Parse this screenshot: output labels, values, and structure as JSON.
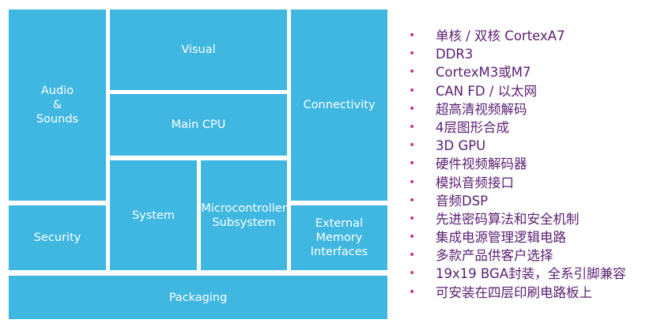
{
  "diagram": {
    "blocks": {
      "audio": "Audio\n&\nSounds",
      "visual": "Visual",
      "connectivity": "Connectivity",
      "main_cpu": "Main CPU",
      "security": "Security",
      "system": "System",
      "microcontroller": "Microcontroller\nSubsystem",
      "external_memory": "External\nMemory\nInterfaces",
      "packaging": "Packaging"
    },
    "colors": {
      "block": "#3fb7e1",
      "text": "#ffffff"
    }
  },
  "features": {
    "bullet": "•",
    "items": [
      "单核 / 双核 CortexA7",
      "DDR3",
      "CortexM3或M7",
      "CAN FD / 以太网",
      "超高清视频解码",
      "4层图形合成",
      "3D GPU",
      "硬件视频解码器",
      "模拟音频接口",
      "音频DSP",
      "先进密码算法和安全机制",
      "集成电源管理逻辑电路",
      "多款产品供客户选择",
      "19x19 BGA封装，全系引脚兼容",
      "可安装在四层印刷电路板上"
    ],
    "colors": {
      "text": "#5a1f72",
      "bullet": "#cc2f86"
    }
  }
}
